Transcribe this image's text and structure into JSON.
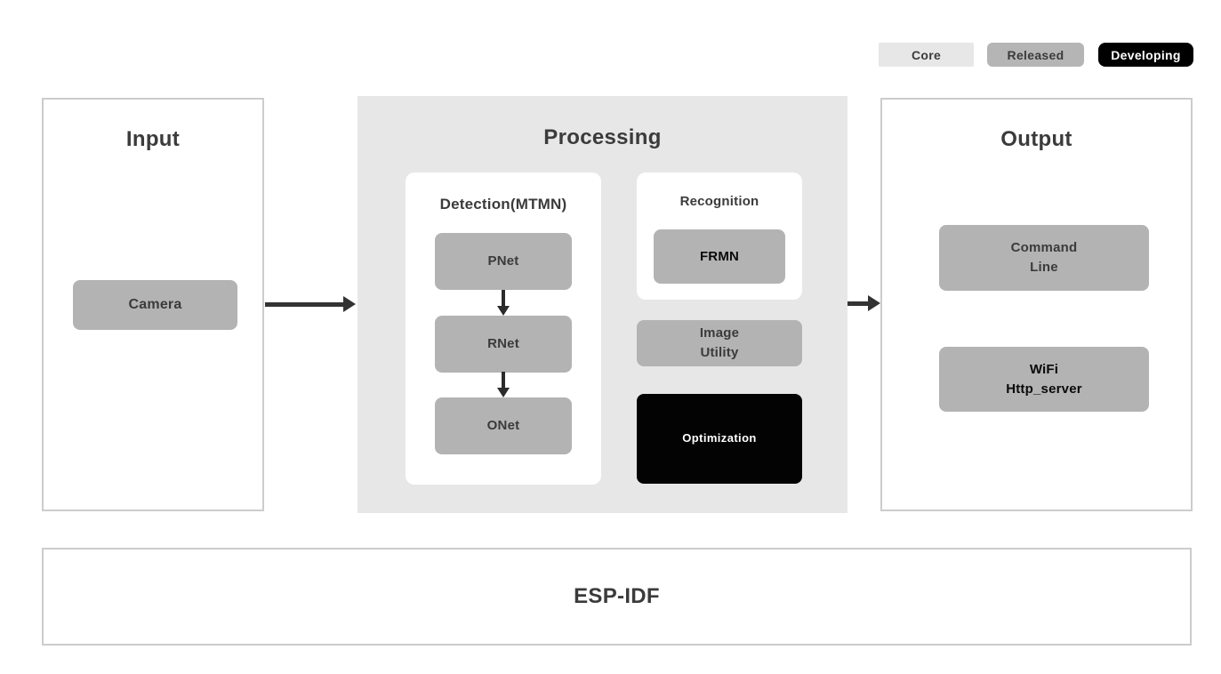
{
  "legend": {
    "items": [
      {
        "label": "Core",
        "bg": "#e7e7e7",
        "fg": "#3b3b3b"
      },
      {
        "label": "Released",
        "bg": "#b5b5b5",
        "fg": "#3b3b3b"
      },
      {
        "label": "Developing",
        "bg": "#000000",
        "fg": "#ffffff"
      }
    ]
  },
  "input": {
    "title": "Input",
    "camera_label": "Camera"
  },
  "processing": {
    "title": "Processing",
    "detection": {
      "title": "Detection(MTMN)",
      "nodes": [
        "PNet",
        "RNet",
        "ONet"
      ]
    },
    "recognition": {
      "title": "Recognition",
      "node_label": "FRMN"
    },
    "image_utility_label": "Image\nUtility",
    "optimization_label": "Optimization"
  },
  "output": {
    "title": "Output",
    "command_line_label": "Command\nLine",
    "wifi_label": "WiFi\nHttp_server"
  },
  "base": {
    "title": "ESP-IDF"
  },
  "colors": {
    "page_bg": "#ffffff",
    "panel_border": "#cccccc",
    "processing_bg": "#e7e7e7",
    "node_gray": "#b3b3b3",
    "developing_black": "#000000",
    "optimization_black": "#030303",
    "text_dark": "#3b3b3b",
    "text_black": "#0a0a0a",
    "text_white": "#ffffff",
    "arrow": "#333333"
  }
}
